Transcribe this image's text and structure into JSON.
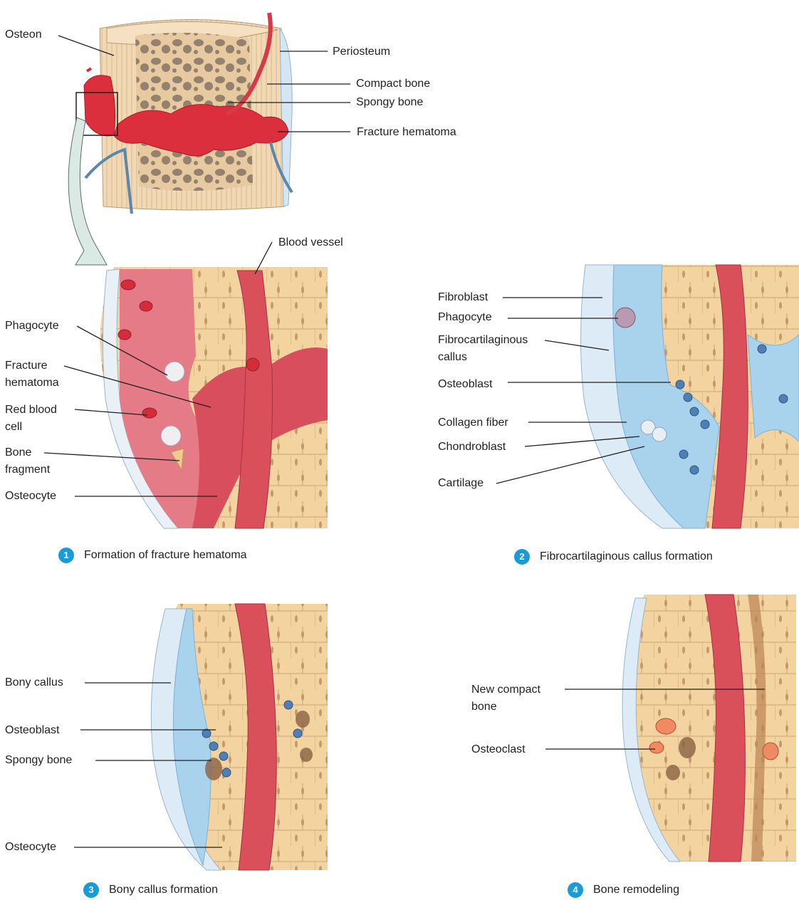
{
  "top": {
    "osteon": "Osteon",
    "periosteum": "Periosteum",
    "compact_bone": "Compact bone",
    "spongy_bone": "Spongy bone",
    "fracture_hematoma": "Fracture hematoma",
    "blood_vessel": "Blood vessel"
  },
  "panel1": {
    "number": "1",
    "caption": "Formation of fracture hematoma",
    "labels": {
      "phagocyte": "Phagocyte",
      "fracture_hematoma_1": "Fracture",
      "fracture_hematoma_2": "hematoma",
      "red_blood_cell_1": "Red blood",
      "red_blood_cell_2": "cell",
      "bone_fragment_1": "Bone",
      "bone_fragment_2": "fragment",
      "osteocyte": "Osteocyte"
    }
  },
  "panel2": {
    "number": "2",
    "caption": "Fibrocartilaginous callus formation",
    "labels": {
      "fibroblast": "Fibroblast",
      "phagocyte": "Phagocyte",
      "fibro_callus_1": "Fibrocartilaginous",
      "fibro_callus_2": "callus",
      "osteoblast": "Osteoblast",
      "collagen_fiber": "Collagen fiber",
      "chondroblast": "Chondroblast",
      "cartilage": "Cartilage"
    }
  },
  "panel3": {
    "number": "3",
    "caption": "Bony callus formation",
    "labels": {
      "bony_callus": "Bony callus",
      "osteoblast": "Osteoblast",
      "spongy_bone": "Spongy bone",
      "osteocyte": "Osteocyte"
    }
  },
  "panel4": {
    "number": "4",
    "caption": "Bone remodeling",
    "labels": {
      "new_compact_1": "New compact",
      "new_compact_2": "bone",
      "osteoclast": "Osteoclast"
    }
  },
  "colors": {
    "accent": "#1a9ad6",
    "bone": "#f3d3a0",
    "blood": "#e23a46",
    "vessel": "#d9505a",
    "periosteum": "#cfe3f0",
    "callus": "#a9d3ec"
  }
}
